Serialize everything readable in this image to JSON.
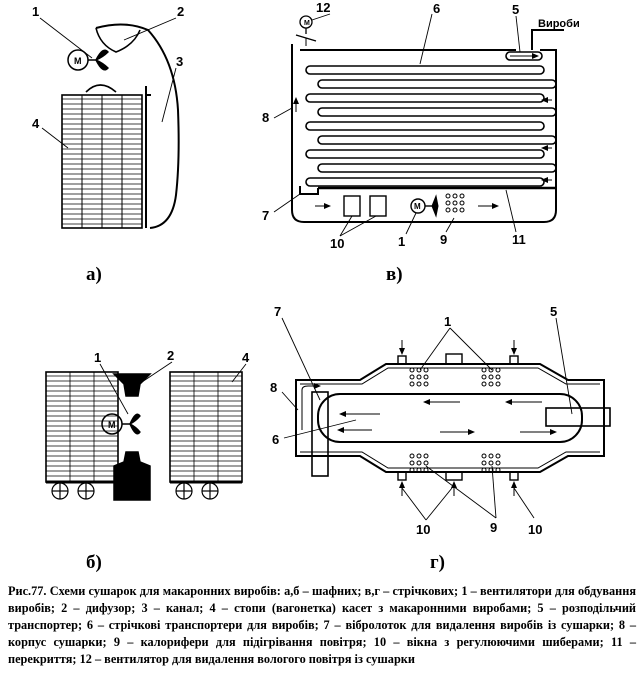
{
  "diagram_a": {
    "subtitle": "а)",
    "labels": {
      "n1": "1",
      "n2": "2",
      "n3": "3",
      "n4": "4"
    },
    "motor": "M"
  },
  "diagram_v": {
    "subtitle": "в)",
    "products_label": "Вироби",
    "labels": {
      "n1": "1",
      "n5": "5",
      "n6": "6",
      "n7": "7",
      "n8": "8",
      "n9": "9",
      "n10": "10",
      "n11": "11",
      "n12": "12"
    },
    "motor": "M"
  },
  "diagram_b": {
    "subtitle": "б)",
    "labels": {
      "n1": "1",
      "n2": "2",
      "n4": "4"
    },
    "motor": "M"
  },
  "diagram_g": {
    "subtitle": "г)",
    "labels": {
      "n1": "1",
      "n5": "5",
      "n6": "6",
      "n7": "7",
      "n8": "8",
      "n9": "9",
      "n10a": "10",
      "n10b": "10"
    }
  },
  "caption": "Рис.77. Схеми сушарок для макаронних виробів: а,б – шафних; в,г – стрічкових; 1 – вентилятори для обдування виробів; 2 – дифузор; 3 – канал; 4 – стопи (вагонетка) касет з макаронними виробами; 5 – розподільчий транспортер; 6 – стрічкові транспортери для виробів; 7 – вібролоток для видалення виробів із сушарки; 8 – корпус сушарки; 9 – калорифери для підігрівання повітря;  10 – вікна  з регулюючими шиберами;  11 – перекриття; 12 – вентилятор для видалення вологого повітря із сушарки"
}
